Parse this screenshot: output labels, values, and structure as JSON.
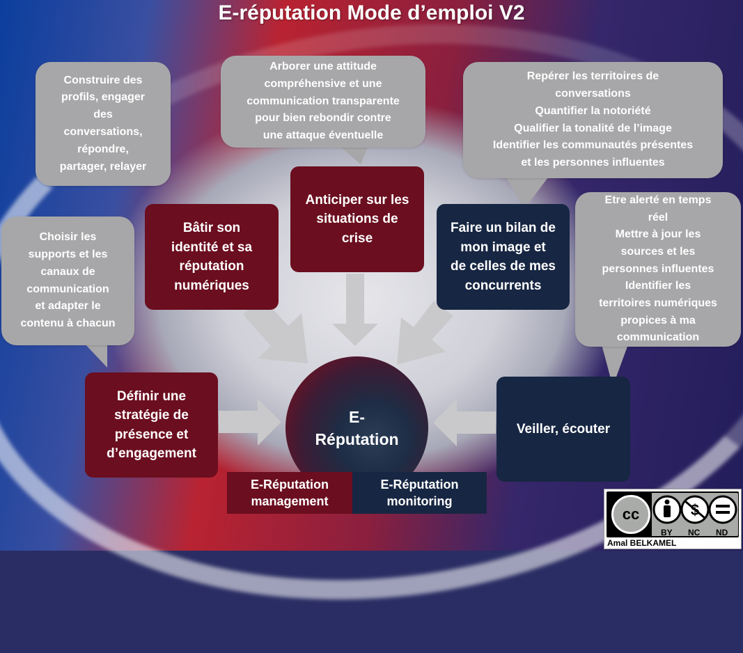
{
  "title": "E-réputation Mode d’emploi V2",
  "center": {
    "line1": "E-",
    "line2": "Réputation"
  },
  "boxes": [
    {
      "id": "batir",
      "lines": [
        "Bâtir son",
        "identité et sa",
        "réputation",
        "numériques"
      ]
    },
    {
      "id": "anticiper",
      "lines": [
        "Anticiper sur les",
        "situations de",
        "crise"
      ]
    },
    {
      "id": "bilan",
      "lines": [
        "Faire un bilan de",
        "mon image et",
        "de celles de mes",
        "concurrents"
      ]
    },
    {
      "id": "definir",
      "lines": [
        "Définir une",
        "stratégie de",
        "présence et",
        "d’engagement"
      ]
    },
    {
      "id": "veiller",
      "lines": [
        "Veiller, écouter"
      ]
    }
  ],
  "bubbles": [
    {
      "id": "construire",
      "lines": [
        "Construire des",
        "profils, engager",
        "des",
        "conversations,",
        "répondre,",
        "partager, relayer"
      ]
    },
    {
      "id": "arborer",
      "lines": [
        "Arborer une attitude",
        "compréhensive et une",
        "communication transparente",
        "pour bien rebondir contre",
        "une attaque éventuelle"
      ]
    },
    {
      "id": "reperer",
      "lines": [
        "Repérer les territoires  de",
        "conversations",
        "Quantifier la notoriété",
        "Qualifier la tonalité de l’image",
        "Identifier les communautés présentes",
        "et les personnes influentes"
      ]
    },
    {
      "id": "choisir",
      "lines": [
        "Choisir les",
        "supports et les",
        "canaux de",
        "communication",
        "et  adapter le",
        "contenu à chacun"
      ]
    },
    {
      "id": "etre",
      "lines": [
        "Etre alerté en temps",
        "réel",
        "Mettre à jour les",
        "sources et les",
        "personnes influentes",
        "Identifier les",
        "territoires numériques",
        "propices à ma",
        "communication"
      ]
    }
  ],
  "legend": {
    "management": [
      "E-Réputation",
      "management"
    ],
    "monitoring": [
      "E-Réputation",
      "monitoring"
    ]
  },
  "license": {
    "author": "Amal BELKAMEL",
    "cc": "cc",
    "terms": [
      "BY",
      "NC",
      "ND"
    ]
  },
  "colors": {
    "red_box": "#6b0e1f",
    "navy_box": "#172642",
    "bubble": "#a7a7a9",
    "arrow": "#c9c9cb"
  }
}
